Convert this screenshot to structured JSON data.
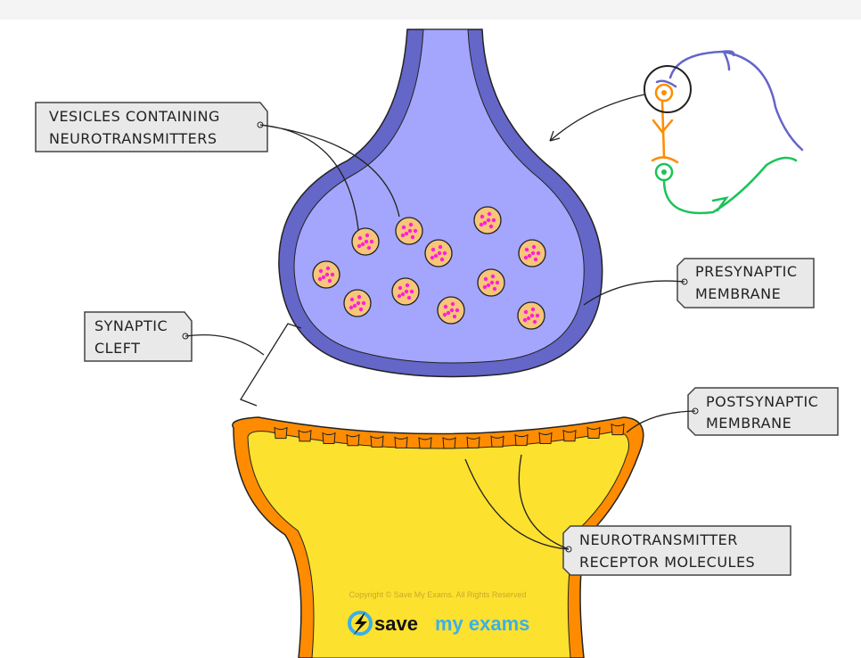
{
  "labels": {
    "vesicles": [
      "VESICLES   CONTAINING",
      "NEUROTRANSMITTERS"
    ],
    "presynaptic": [
      "PRESYNAPTIC",
      "MEMBRANE"
    ],
    "cleft": [
      "SYNAPTIC",
      "CLEFT"
    ],
    "postsynaptic": [
      "POSTSYNAPTIC",
      "MEMBRANE"
    ],
    "receptor": [
      "NEUROTRANSMITTER",
      "RECEPTOR    MOLECULES"
    ]
  },
  "copyright": "Copyright © Save My Exams. All Rights Reserved",
  "logo": {
    "part1": "save",
    "part2": "my exams"
  },
  "colors": {
    "presynaptic_fill": "#a4a6fd",
    "presynaptic_membrane": "#6466c8",
    "postsynaptic_fill": "#fde12f",
    "postsynaptic_membrane": "#ff8c00",
    "vesicle_fill": "#f8c679",
    "neurotransmitter": "#ff1fd6",
    "neuron_green": "#1cc35a",
    "brand_blue": "#3ab0e8"
  }
}
